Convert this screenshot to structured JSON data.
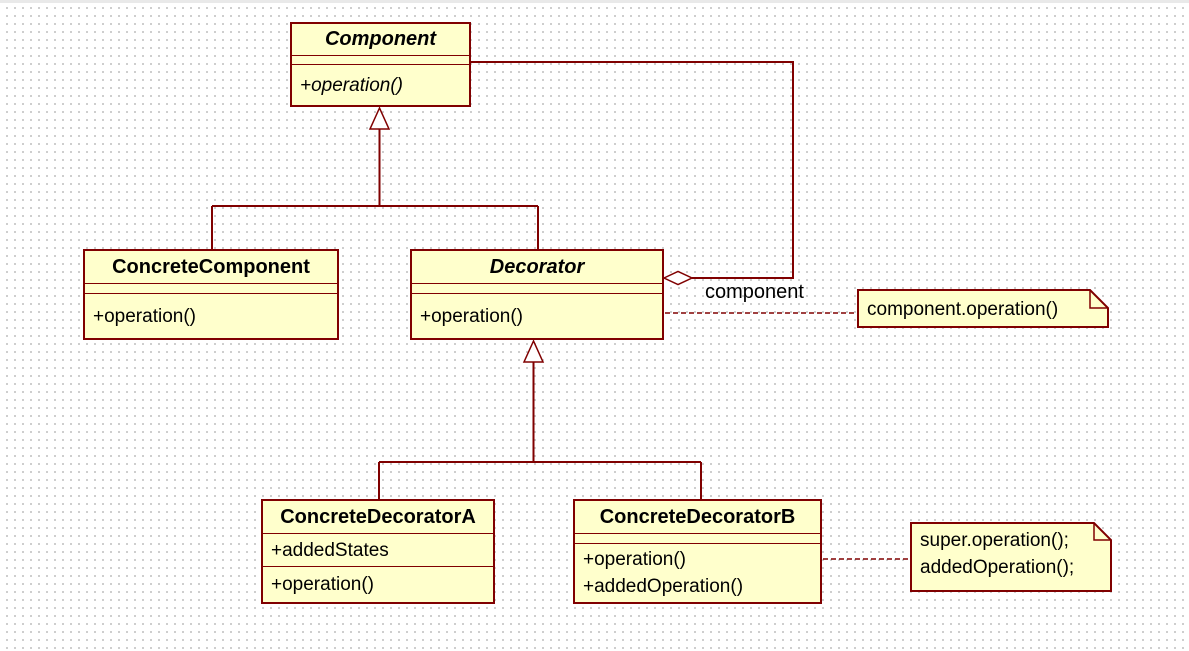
{
  "canvas": {
    "background_color": "#ffffff",
    "grid_dot_color": "#c2c2c2"
  },
  "colors": {
    "shape_fill": "#ffffcc",
    "shape_stroke": "#800000",
    "text": "#000000"
  },
  "classes": [
    {
      "name": "Component",
      "abstract": true,
      "attributes": [],
      "operations": [
        "+operation()"
      ]
    },
    {
      "name": "ConcreteComponent",
      "abstract": false,
      "attributes": [],
      "operations": [
        "+operation()"
      ]
    },
    {
      "name": "Decorator",
      "abstract": true,
      "attributes": [],
      "operations": [
        "+operation()"
      ]
    },
    {
      "name": "ConcreteDecoratorA",
      "abstract": false,
      "attributes": [
        "+addedStates"
      ],
      "operations": [
        "+operation()"
      ]
    },
    {
      "name": "ConcreteDecoratorB",
      "abstract": false,
      "attributes": [],
      "operations": [
        "+operation()",
        "+addedOperation()"
      ]
    }
  ],
  "notes": [
    {
      "lines": [
        "component.operation()"
      ],
      "attached_to": "Decorator"
    },
    {
      "lines": [
        "super.operation();",
        "addedOperation();"
      ],
      "attached_to": "ConcreteDecoratorB"
    }
  ],
  "relationships": {
    "aggregation": {
      "type": "aggregation",
      "from": "Decorator",
      "to": "Component",
      "label": "component"
    },
    "generalizations": [
      {
        "from": "ConcreteComponent",
        "to": "Component"
      },
      {
        "from": "Decorator",
        "to": "Component"
      },
      {
        "from": "ConcreteDecoratorA",
        "to": "Decorator"
      },
      {
        "from": "ConcreteDecoratorB",
        "to": "Decorator"
      }
    ]
  }
}
